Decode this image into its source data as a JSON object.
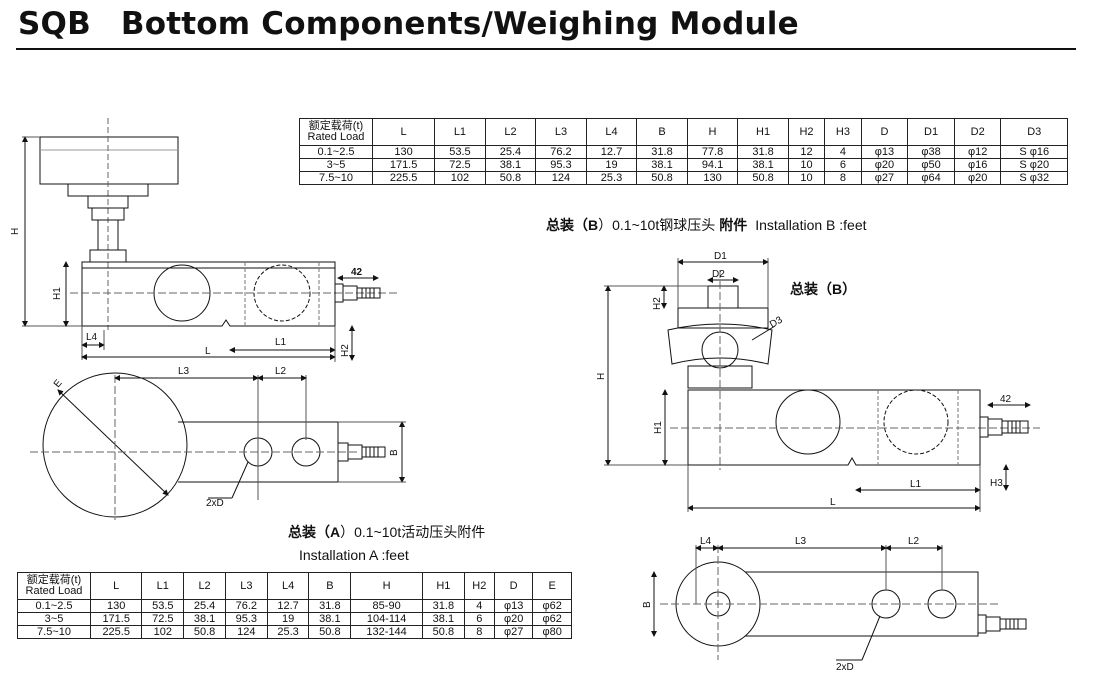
{
  "title": {
    "code": "SQB",
    "name": "Bottom Components/Weighing Module"
  },
  "table_top": {
    "header_cn": "额定载荷(t)",
    "header_en": "Rated Load",
    "columns": [
      "L",
      "L1",
      "L2",
      "L3",
      "L4",
      "B",
      "H",
      "H1",
      "H2",
      "H3",
      "D",
      "D1",
      "D2",
      "D3"
    ],
    "rows": [
      [
        "0.1~2.5",
        "130",
        "53.5",
        "25.4",
        "76.2",
        "12.7",
        "31.8",
        "77.8",
        "31.8",
        "12",
        "4",
        "φ13",
        "φ38",
        "φ12",
        "S φ16"
      ],
      [
        "3~5",
        "171.5",
        "72.5",
        "38.1",
        "95.3",
        "19",
        "38.1",
        "94.1",
        "38.1",
        "10",
        "6",
        "φ20",
        "φ50",
        "φ16",
        "S φ20"
      ],
      [
        "7.5~10",
        "225.5",
        "102",
        "50.8",
        "124",
        "25.3",
        "50.8",
        "130",
        "50.8",
        "10",
        "8",
        "φ27",
        "φ64",
        "φ20",
        "S φ32"
      ]
    ]
  },
  "table_bottom": {
    "header_cn": "额定载荷(t)",
    "header_en": "Rated Load",
    "columns": [
      "L",
      "L1",
      "L2",
      "L3",
      "L4",
      "B",
      "H",
      "H1",
      "H2",
      "D",
      "E"
    ],
    "rows": [
      [
        "0.1~2.5",
        "130",
        "53.5",
        "25.4",
        "76.2",
        "12.7",
        "31.8",
        "85-90",
        "31.8",
        "4",
        "φ13",
        "φ62"
      ],
      [
        "3~5",
        "171.5",
        "72.5",
        "38.1",
        "95.3",
        "19",
        "38.1",
        "104-114",
        "38.1",
        "6",
        "φ20",
        "φ62"
      ],
      [
        "7.5~10",
        "225.5",
        "102",
        "50.8",
        "124",
        "25.3",
        "50.8",
        "132-144",
        "50.8",
        "8",
        "φ27",
        "φ80"
      ]
    ]
  },
  "caption_b": {
    "prefix": "总装（",
    "letter": "B",
    "mid": "）0.1~10t钢球压头",
    "bold_tail": "附件",
    "en": "Installation B :feet"
  },
  "caption_a": {
    "prefix": "总装（",
    "letter": "A",
    "mid": "）0.1~10t活动压头附件"
  },
  "caption_a_en": "Installation A :feet",
  "label_b_side": "总装（B）",
  "dims": {
    "d42": "42",
    "h": "H",
    "h1": "H1",
    "h2": "H2",
    "h3": "H3",
    "l": "L",
    "l1": "L1",
    "l2": "L2",
    "l3": "L3",
    "l4": "L4",
    "b": "B",
    "e": "E",
    "d1": "D1",
    "d2": "D2",
    "d3": "D3",
    "twoxd": "2xD"
  }
}
